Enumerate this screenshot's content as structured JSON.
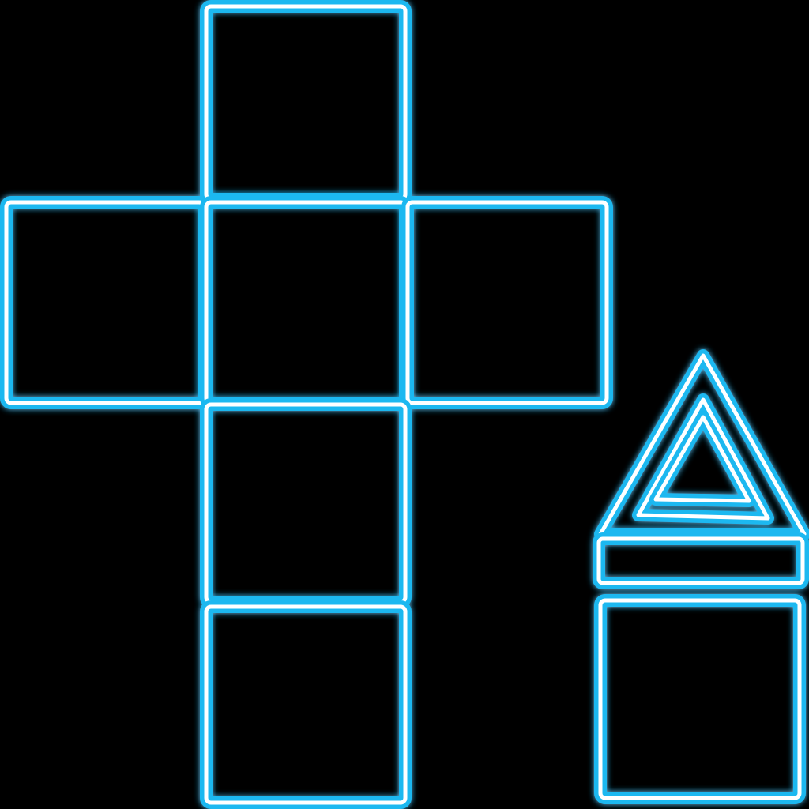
{
  "colors": {
    "background": "#000000",
    "neon_glow": "#1ab8f0",
    "neon_core": "#ffffff"
  },
  "figures": [
    {
      "name": "cube-net",
      "shape": "cross of six squares"
    },
    {
      "name": "prism-net",
      "shape": "triangle over two stacked rectangles"
    }
  ]
}
